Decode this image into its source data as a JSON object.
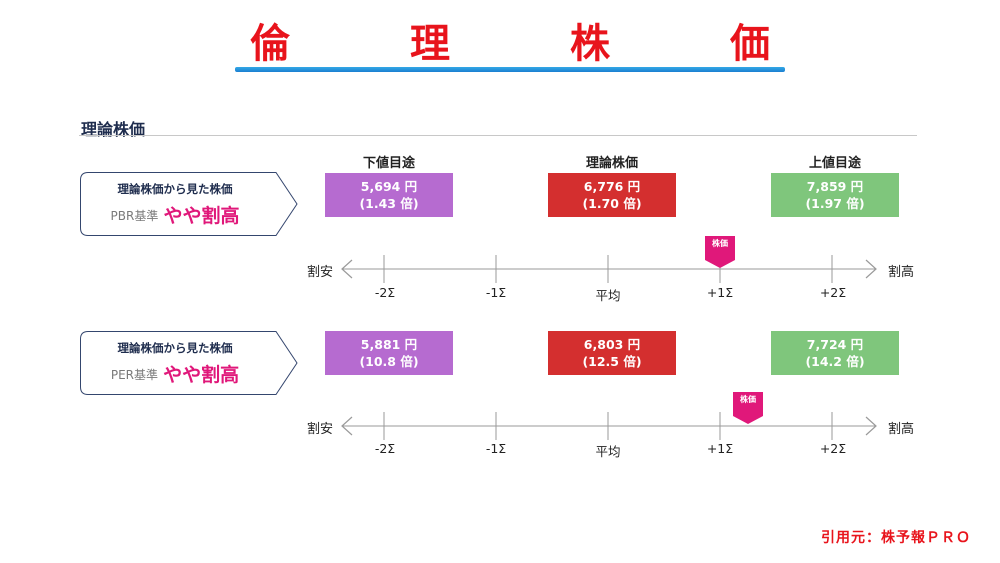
{
  "banner": {
    "chars": [
      "倫",
      "理",
      "株",
      "価"
    ]
  },
  "section_title": "理論株価",
  "columns": {
    "low": "下値目途",
    "mid": "理論株価",
    "high": "上値目途"
  },
  "panels": [
    {
      "card_line1": "理論株価から見た株価",
      "basis": "PBR基準",
      "verdict": "やや割高",
      "low": {
        "price": "5,694 円",
        "ratio": "(1.43 倍)"
      },
      "mid": {
        "price": "6,776 円",
        "ratio": "(1.70 倍)"
      },
      "high": {
        "price": "7,859 円",
        "ratio": "(1.97 倍)"
      },
      "axis_left": "割安",
      "axis_right": "割高",
      "ticks": [
        "-2Σ",
        "-1Σ",
        "平均",
        "+1Σ",
        "+2Σ"
      ],
      "marker_label": "株価",
      "marker_sigma": 1.0
    },
    {
      "card_line1": "理論株価から見た株価",
      "basis": "PER基準",
      "verdict": "やや割高",
      "low": {
        "price": "5,881 円",
        "ratio": "(10.8 倍)"
      },
      "mid": {
        "price": "6,803 円",
        "ratio": "(12.5 倍)"
      },
      "high": {
        "price": "7,724 円",
        "ratio": "(14.2 倍)"
      },
      "axis_left": "割安",
      "axis_right": "割高",
      "ticks": [
        "-2Σ",
        "-1Σ",
        "平均",
        "+1Σ",
        "+2Σ"
      ],
      "marker_label": "株価",
      "marker_sigma": 1.25
    }
  ],
  "source": "引用元：株予報ＰＲＯ",
  "colors": {
    "title_red": "#e8141c",
    "verdict_pink": "#e0187a",
    "low_box": "#b66bd0",
    "mid_box": "#d42f2f",
    "high_box": "#7fc67c",
    "marker": "#e0187a"
  }
}
